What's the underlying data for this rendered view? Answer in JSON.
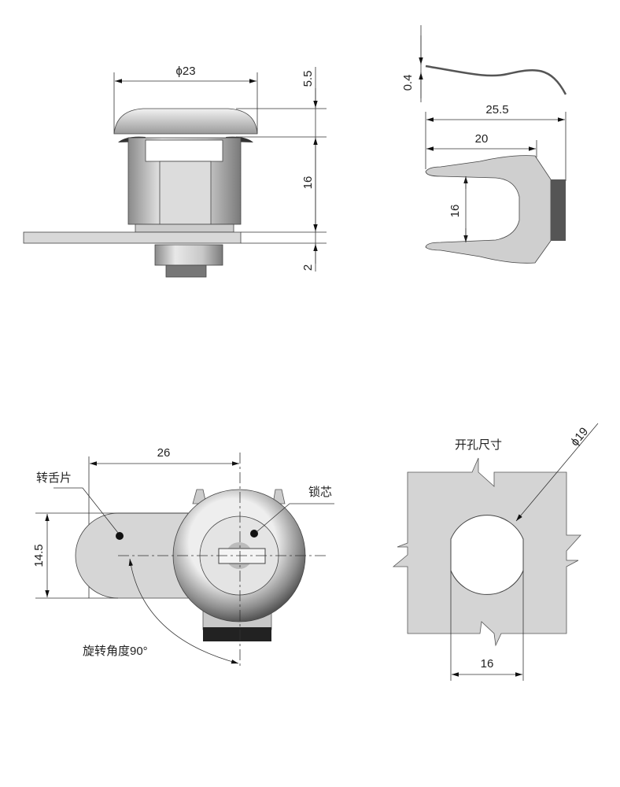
{
  "side_view": {
    "dia_label": "ϕ23",
    "cap_height": "5.5",
    "body_height": "16",
    "plate_thickness": "2"
  },
  "clip_view": {
    "thickness": "0.4",
    "overall_width": "25.5",
    "inner_width": "20",
    "opening": "16"
  },
  "front_view": {
    "cam_span": "26",
    "cam_width": "14.5",
    "cam_label": "转舌片",
    "core_label": "锁芯",
    "rotation_label": "旋转角度90°"
  },
  "cutout_view": {
    "title": "开孔尺寸",
    "dia_label": "ϕ19",
    "flat_width": "16"
  },
  "colors": {
    "part_fill": "#cfcfcf",
    "cutout_fill": "#d4d4d4",
    "line": "#333333"
  }
}
